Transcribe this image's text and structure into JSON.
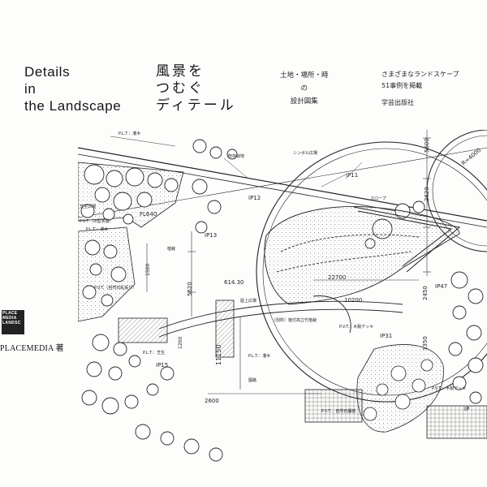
{
  "cover": {
    "title_en": [
      "Details",
      "in",
      "the Landscape"
    ],
    "title_jp": [
      "風景を",
      "つむぐ",
      "ディテール"
    ],
    "subtitle": [
      "土地・場所・時",
      "の",
      "設計図集"
    ],
    "tagline": [
      "さまざまなランドスケープ",
      "51事例を掲載"
    ],
    "publisher": "学芸出版社",
    "author": "PLACEMEDIA 著",
    "logo_text": [
      "PLACE",
      "MEDIA",
      "LANDSC"
    ]
  },
  "plan_labels": {
    "l1": "P.L.T.：灌木",
    "l2": "既存緑地",
    "l3": "シンボル広場",
    "l4": "IP11",
    "l5": "スロープ",
    "l6": "IP12",
    "l7": "芝生広場",
    "l8": "FL640",
    "l9": "P.V.T.（III型表層）",
    "l10": "P.L.T.：灌木",
    "l11": "IP13",
    "l12": "植栽",
    "l13": "1500",
    "l14": "614.30",
    "l15": "P.V.T.（自然石乱張り）",
    "l16": "5620",
    "l17": "22700",
    "l18": "10200",
    "l19": "IP47",
    "l20": "2450",
    "l21": "5600",
    "l22": "R=4000",
    "l23": "2620",
    "l24": "屋上広場",
    "l25": "(別所）植付高立竹植栽",
    "l26": "P.V.T.：木製デッキ",
    "l27": "IP31",
    "l28": "1350",
    "l29": "11150",
    "l30": "P.L.T.：灌木",
    "l31": "P.L.T.：芝生",
    "l32": "IP15",
    "l33": "2600",
    "l34": "園路",
    "l35": "P.V.T.：木製デッキ",
    "l36": "P.V.T.：自然石舗装",
    "l37": "IP",
    "l38": "1200"
  }
}
